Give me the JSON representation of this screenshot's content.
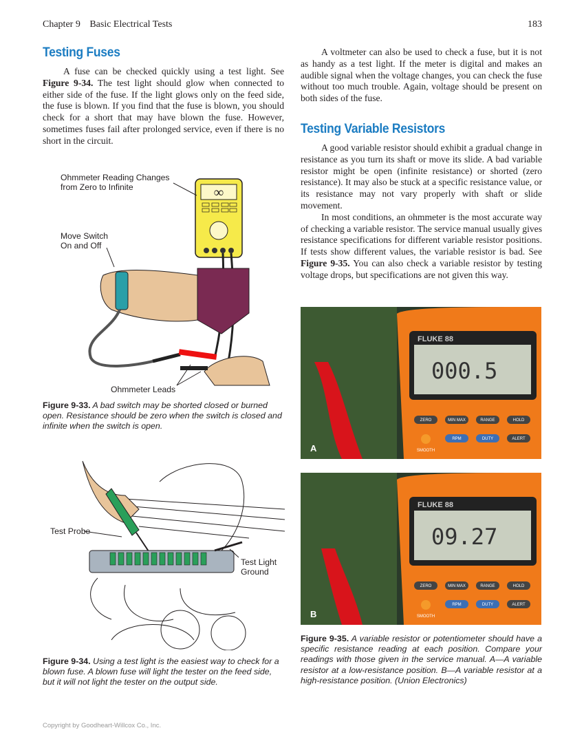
{
  "header": {
    "chapter": "Chapter 9",
    "chapter_title": "Basic Electrical Tests",
    "page_number": "183"
  },
  "left": {
    "heading": "Testing Fuses",
    "para1_a": "A fuse can be checked quickly using a test light. See ",
    "para1_ref": "Figure 9-34.",
    "para1_b": " The test light should glow when connected to either side of the fuse. If the light glows only on the feed side, the fuse is blown. If you find that the fuse is blown, you should check for a short that may have blown the fuse. However, sometimes fuses fail after prolonged service, even if there is no short in the circuit."
  },
  "right": {
    "para_voltmeter": "A voltmeter can also be used to check a fuse, but it is not as handy as a test light. If the meter is digital and makes an audible signal when the voltage changes, you can check the fuse without too much trouble. Again, voltage should be present on both sides of the fuse.",
    "heading": "Testing Variable Resistors",
    "para2": "A good variable resistor should exhibit a gradual change in resistance as you turn its shaft or move its slide. A bad variable resistor might be open (infinite resistance) or shorted (zero resistance). It may also be stuck at a specific resistance value, or its resistance may not vary properly with shaft or slide movement.",
    "para3_a": "In most conditions, an ohmmeter is the most accurate way of checking a variable resistor. The service manual usually gives resistance specifications for different variable resistor positions. If tests show different values, the variable resistor is bad. See ",
    "para3_ref": "Figure 9-35.",
    "para3_b": " You can also check a variable resistor by testing voltage drops, but specifications are not given this way."
  },
  "fig33": {
    "label_reading_1": "Ohmmeter Reading Changes",
    "label_reading_2": "from Zero to Infinite",
    "label_switch_1": "Move Switch",
    "label_switch_2": "On and Off",
    "label_leads": "Ohmmeter Leads",
    "meter_display": "∞",
    "caption_num": "Figure 9-33.",
    "caption_text": " A bad switch may be shorted closed or burned open. Resistance should be zero when the switch is closed and infinite when the switch is open."
  },
  "fig34": {
    "label_probe": "Test Probe",
    "label_ground_1": "Test Light",
    "label_ground_2": "Ground",
    "caption_num": "Figure 9-34.",
    "caption_text": " Using a test light is the easiest way to check for a blown fuse. A blown fuse will light the tester on the feed side, but it will not light the tester on the output side."
  },
  "fig35": {
    "photo_a": {
      "letter": "A",
      "brand": "FLUKE 88",
      "reading": "000.5"
    },
    "photo_b": {
      "letter": "B",
      "brand": "FLUKE 88",
      "reading": "09.27"
    },
    "buttons": [
      "ZERO",
      "MIN MAX",
      "RANGE",
      "HOLD",
      "RPM",
      "DUTY",
      "ALERT",
      "SMOOTH"
    ],
    "caption_num": "Figure 9-35.",
    "caption_text": " A variable resistor or potentiometer should have a specific resistance reading at each position. Compare your readings with those given in the service manual. A—A variable resistor at a low-resistance position. B—A variable resistor at a high-resistance position. (Union Electronics)"
  },
  "footer": {
    "copyright": "Copyright by Goodheart-Willcox Co., Inc."
  },
  "colors": {
    "heading": "#1b7cc2",
    "meter_orange": "#f07a1a",
    "meter_yellow": "#f6ea4a",
    "sleeve": "#7a2a52"
  }
}
